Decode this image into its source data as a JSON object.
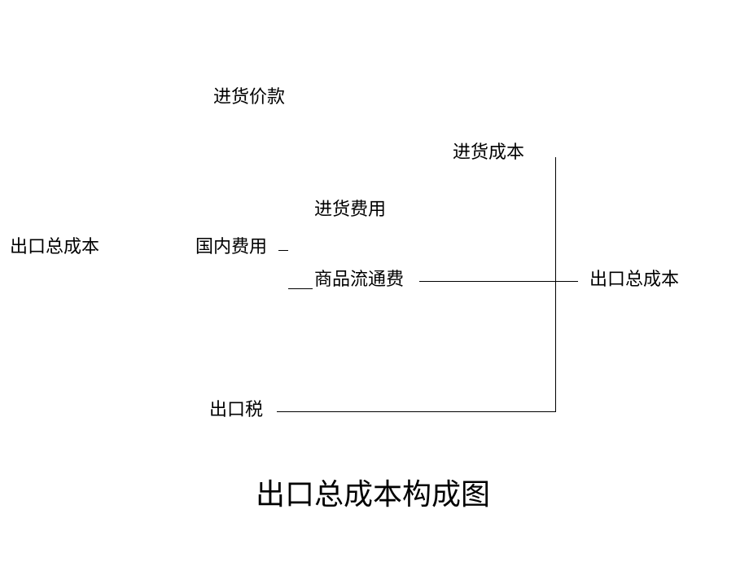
{
  "diagram": {
    "labels": {
      "purchase_price": "进货价款",
      "purchase_cost": "进货成本",
      "purchase_expense": "进货费用",
      "left_total": "出口总成本",
      "domestic_expense": "国内费用",
      "commodity_circulation": "商品流通费",
      "right_total": "出口总成本",
      "export_tax": "出口税"
    },
    "title": "出口总成本构成图",
    "colors": {
      "text": "#000000",
      "line": "#000000",
      "background": "#ffffff"
    }
  }
}
